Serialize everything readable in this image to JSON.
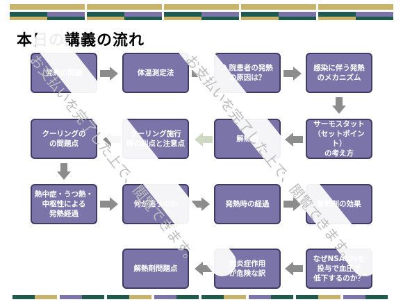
{
  "slide": {
    "title": "本日の講義の流れ",
    "boxes": [
      {
        "id": "b1",
        "label": "発熱の問題"
      },
      {
        "id": "b2",
        "label": "体温測定法"
      },
      {
        "id": "b3",
        "label": "入院患者の発熱\nの原因は？"
      },
      {
        "id": "b4",
        "label": "感染に伴う発熱\nのメカニズム"
      },
      {
        "id": "b5",
        "label": "サーモスタット\n（セットポイント）\nの考え方"
      },
      {
        "id": "b6",
        "label": "解熱剤"
      },
      {
        "id": "b7",
        "label": "クーリング施行\n時の利点と注意点"
      },
      {
        "id": "b8",
        "label": "クーリングの\nの問題点"
      },
      {
        "id": "b9",
        "label": "熱中症・うつ熱・\n中枢性による\n発熱経過"
      },
      {
        "id": "b10",
        "label": "何が違うのか"
      },
      {
        "id": "b11",
        "label": "発熱時の経過"
      },
      {
        "id": "b12",
        "label": "解熱剤の効果"
      },
      {
        "id": "b13",
        "label": "なぜNSAIDsを\n投与で血圧が\n低下するのか？"
      },
      {
        "id": "b14",
        "label": "抗炎症作用\nが危険な訳"
      },
      {
        "id": "b15",
        "label": "解熱剤問題点"
      }
    ]
  },
  "watermark": {
    "text": "お支払いを完了した上で、閲覧できます。"
  },
  "colors": {
    "box_fill": "#7b74a9",
    "box_border": "#3e3a66",
    "arrow": "#8c8c8c",
    "strip_green": "#1f5a4e",
    "strip_gold": "#c9b36a",
    "strip_purple": "#7b74a9"
  }
}
